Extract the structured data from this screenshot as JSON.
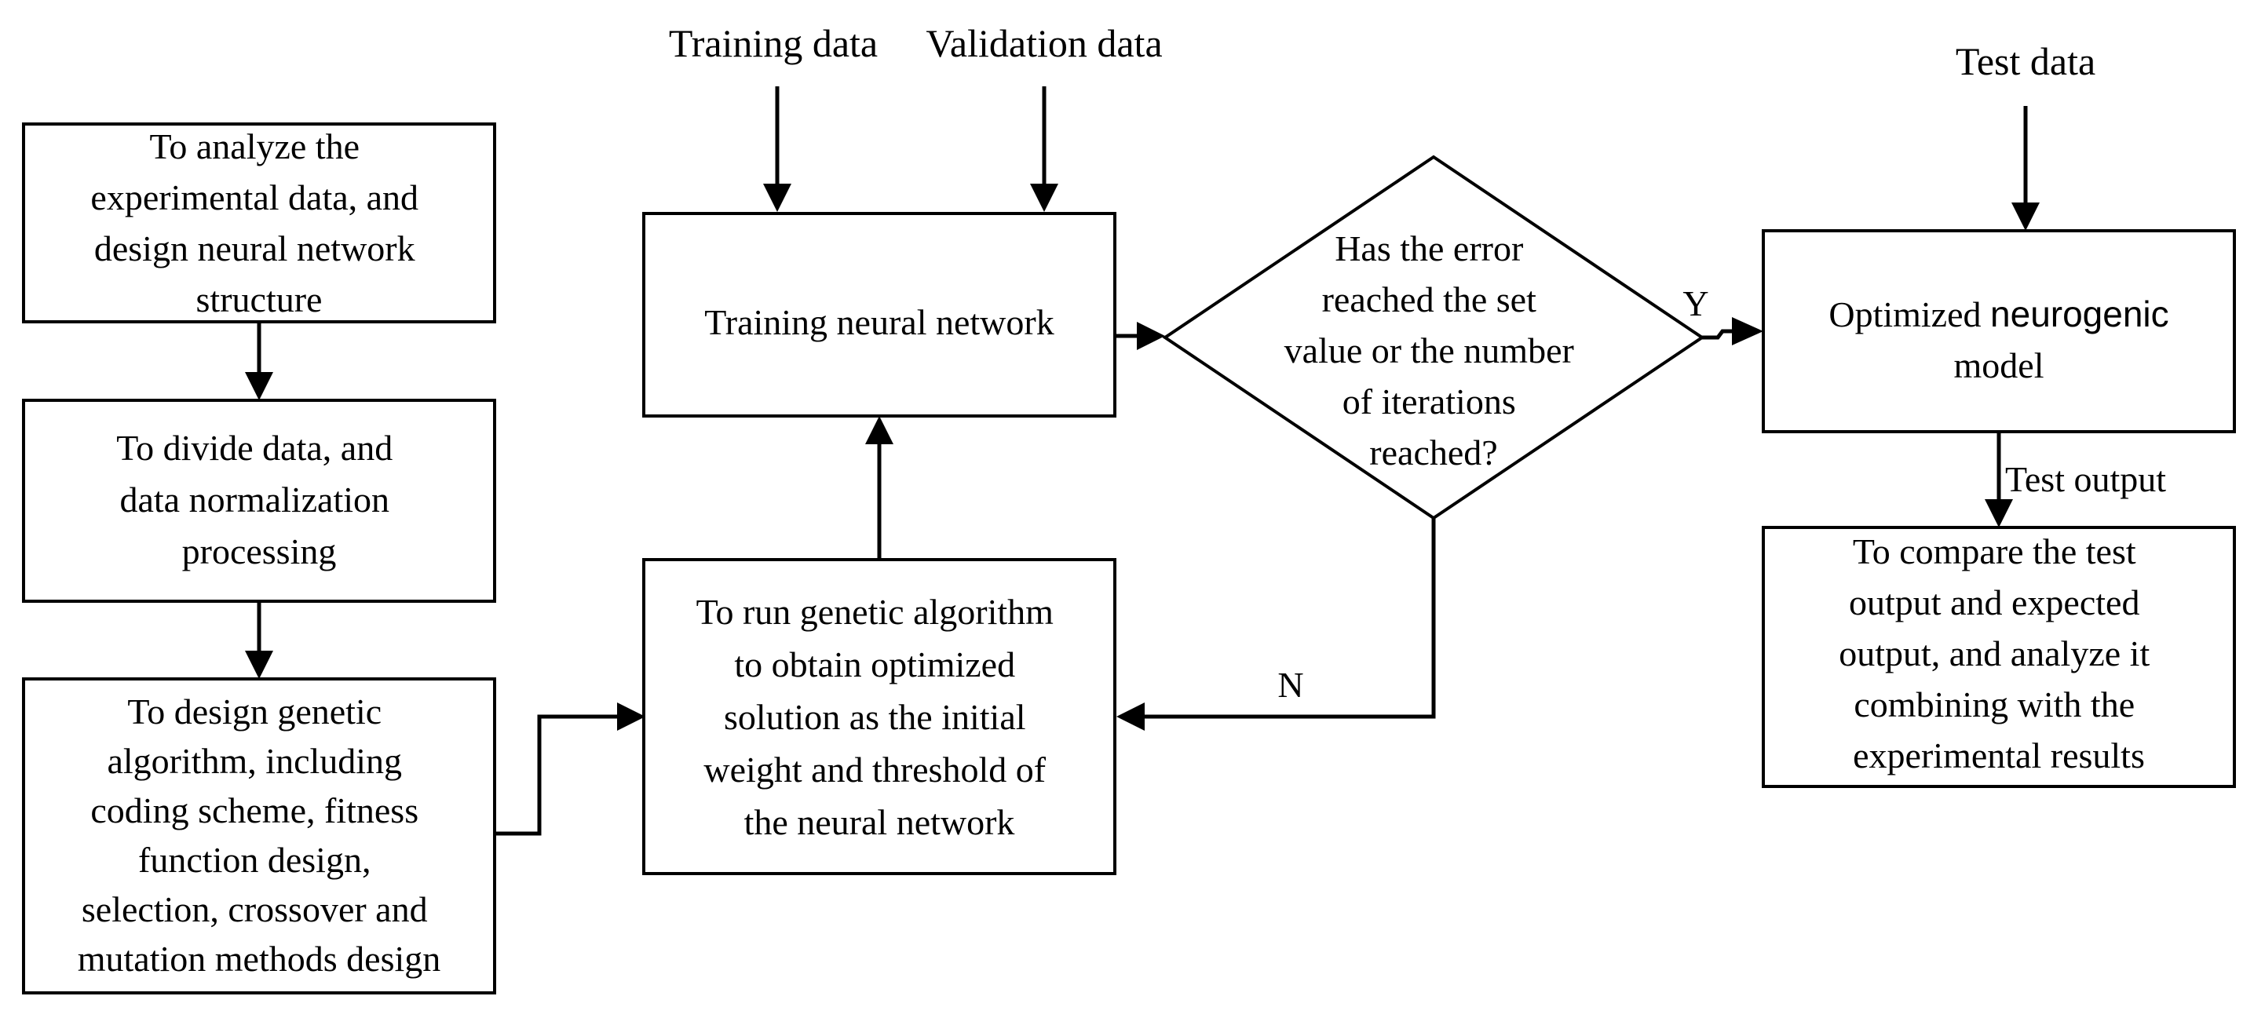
{
  "inputs": {
    "training_data": "Training data",
    "validation_data": "Validation data",
    "test_data": "Test data"
  },
  "boxes": {
    "analyze": [
      "To analyze the",
      "experimental data, and",
      "design neural network",
      "structure"
    ],
    "divide": [
      "To divide data, and",
      "data normalization",
      "processing"
    ],
    "design_ga": [
      "To design genetic",
      "algorithm,  including",
      "coding scheme, fitness",
      "function design,",
      "selection, crossover and",
      "mutation methods design"
    ],
    "run_ga": [
      "To run genetic algorithm",
      "to obtain optimized",
      "solution as the initial",
      "weight and threshold of",
      "the neural network"
    ],
    "train_nn": [
      "Training neural network"
    ],
    "optimized_model": {
      "line1_prefix": "Optimized ",
      "line1_emphasis": "neurogenic",
      "line2": "model"
    },
    "compare": [
      "To compare the test",
      "output and expected",
      "output, and analyze it",
      "combining with the",
      "experimental results"
    ]
  },
  "decision": {
    "lines": [
      "Has the error",
      "reached the set",
      "value or the number",
      "of iterations",
      "reached?"
    ],
    "yes_label": "Y",
    "no_label": "N"
  },
  "edge_labels": {
    "test_output": "Test output"
  }
}
